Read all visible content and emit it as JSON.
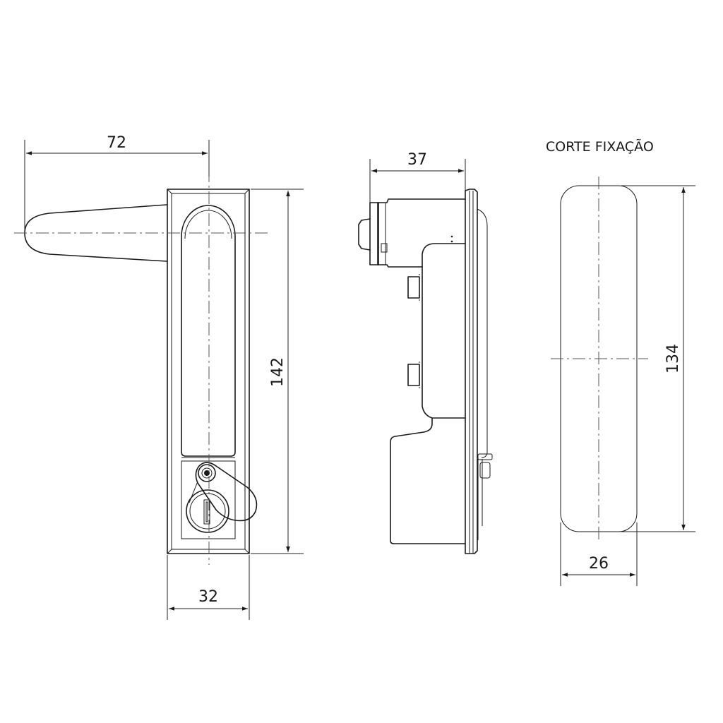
{
  "drawing": {
    "front_view": {
      "dimensions": {
        "handle_reach": "72",
        "height": "142",
        "width": "32"
      }
    },
    "side_view": {
      "dimensions": {
        "depth": "37"
      }
    },
    "cutout_view": {
      "title": "CORTE FIXAÇÃO",
      "dimensions": {
        "height": "134",
        "width": "26"
      }
    }
  },
  "colors": {
    "line": "#1a1a1a",
    "background": "#ffffff",
    "centerline": "#555555"
  }
}
